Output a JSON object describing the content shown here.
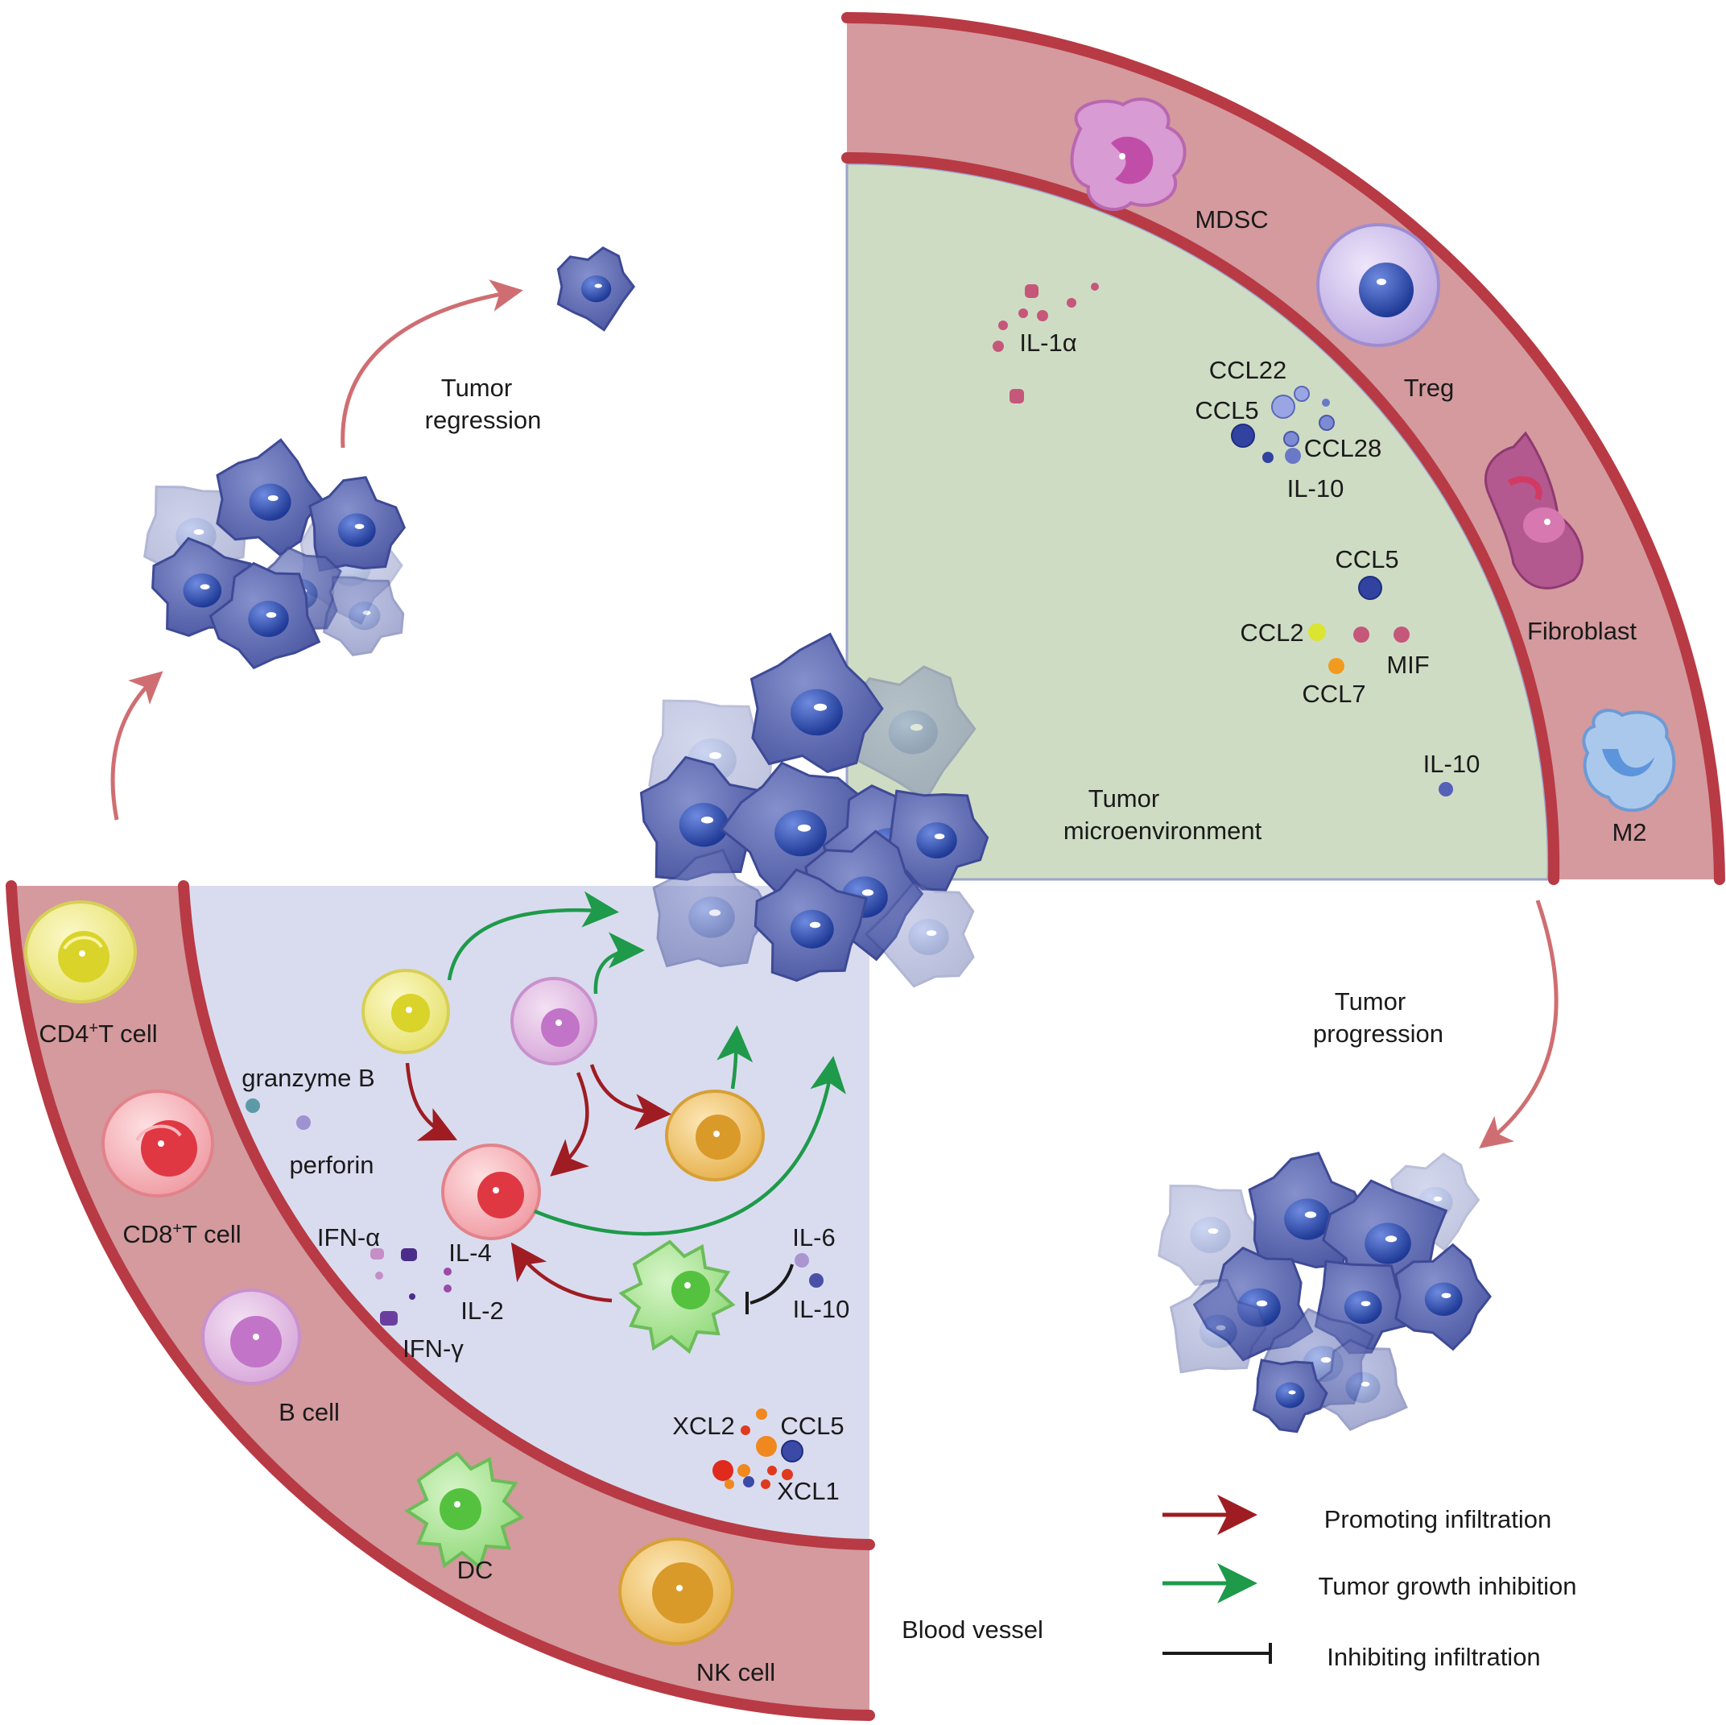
{
  "colors": {
    "vessel_fill": "#d49a9e",
    "vessel_stroke": "#b83a44",
    "tme_bg": "#cfdcc4",
    "immune_bg": "#d9dcef",
    "tumor_cell": "#5a68b0",
    "promoting_arrow": "#9e1c22",
    "inhibition_arrow": "#1e9a4a",
    "inhibiting_line": "#1a1a1a",
    "progression_arrow": "#cf6e72"
  },
  "labels": {
    "tumor_regression": [
      "Tumor",
      "regression"
    ],
    "tumor_progression": [
      "Tumor",
      "progression"
    ],
    "tumor_microenvironment": [
      "Tumor",
      "microenvironment"
    ],
    "blood_vessel": "Blood vessel"
  },
  "suppressive_cells": {
    "mdsc": "MDSC",
    "treg": "Treg",
    "fibroblast": "Fibroblast",
    "m2": "M2"
  },
  "tme_cytokines": {
    "il1a": "IL-1α",
    "ccl22": "CCL22",
    "ccl5_a": "CCL5",
    "ccl28": "CCL28",
    "il10_a": "IL-10",
    "ccl5_b": "CCL5",
    "ccl2": "CCL2",
    "mif": "MIF",
    "ccl7": "CCL7",
    "il10_b": "IL-10"
  },
  "immune_cells": {
    "cd4": {
      "main": "CD4",
      "sup": "+",
      "rest": "T cell"
    },
    "cd8": {
      "main": "CD8",
      "sup": "+",
      "rest": "T cell"
    },
    "b": "B cell",
    "dc": "DC",
    "nk": "NK cell"
  },
  "immune_cytokines": {
    "granzyme_b": "granzyme B",
    "perforin": "perforin",
    "ifn_a": "IFN-α",
    "il4": "IL-4",
    "il2": "IL-2",
    "ifn_g": "IFN-γ",
    "il6": "IL-6",
    "il10": "IL-10",
    "xcl2": "XCL2",
    "ccl5": "CCL5",
    "xcl1": "XCL1"
  },
  "legend": {
    "promoting": "Promoting infiltration",
    "inhibition": "Tumor growth inhibition",
    "inhibiting": "Inhibiting infiltration"
  }
}
